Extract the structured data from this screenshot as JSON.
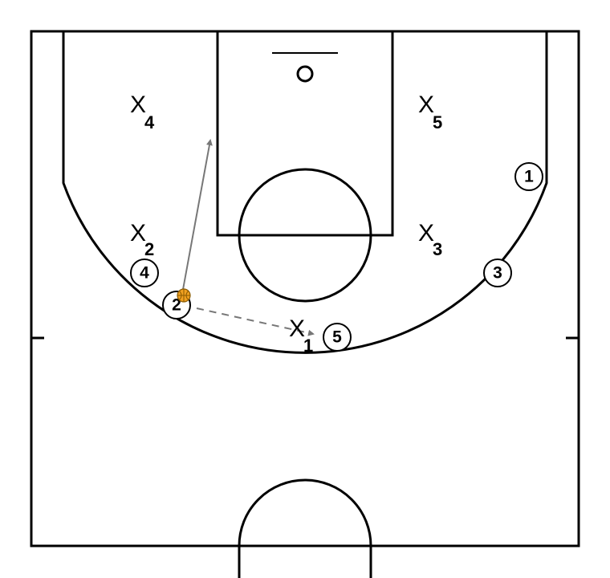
{
  "colors": {
    "background": "#ffffff",
    "line": "#000000",
    "arrow": "#777777",
    "ball": "#f0a020"
  },
  "defenders": [
    {
      "symbol": "X",
      "number": "4"
    },
    {
      "symbol": "X",
      "number": "5"
    },
    {
      "symbol": "X",
      "number": "2"
    },
    {
      "symbol": "X",
      "number": "3"
    },
    {
      "symbol": "X",
      "number": "1"
    }
  ],
  "offense": [
    {
      "number": "1"
    },
    {
      "number": "3"
    },
    {
      "number": "4"
    },
    {
      "number": "2"
    },
    {
      "number": "5"
    }
  ],
  "actions": [
    {
      "type": "cut",
      "style": "solid-arrow",
      "player": "2"
    },
    {
      "type": "pass",
      "style": "dashed-arrow",
      "from": "2",
      "to": "5"
    }
  ],
  "ball_holder": "2",
  "icons": [
    "basketball-icon"
  ]
}
